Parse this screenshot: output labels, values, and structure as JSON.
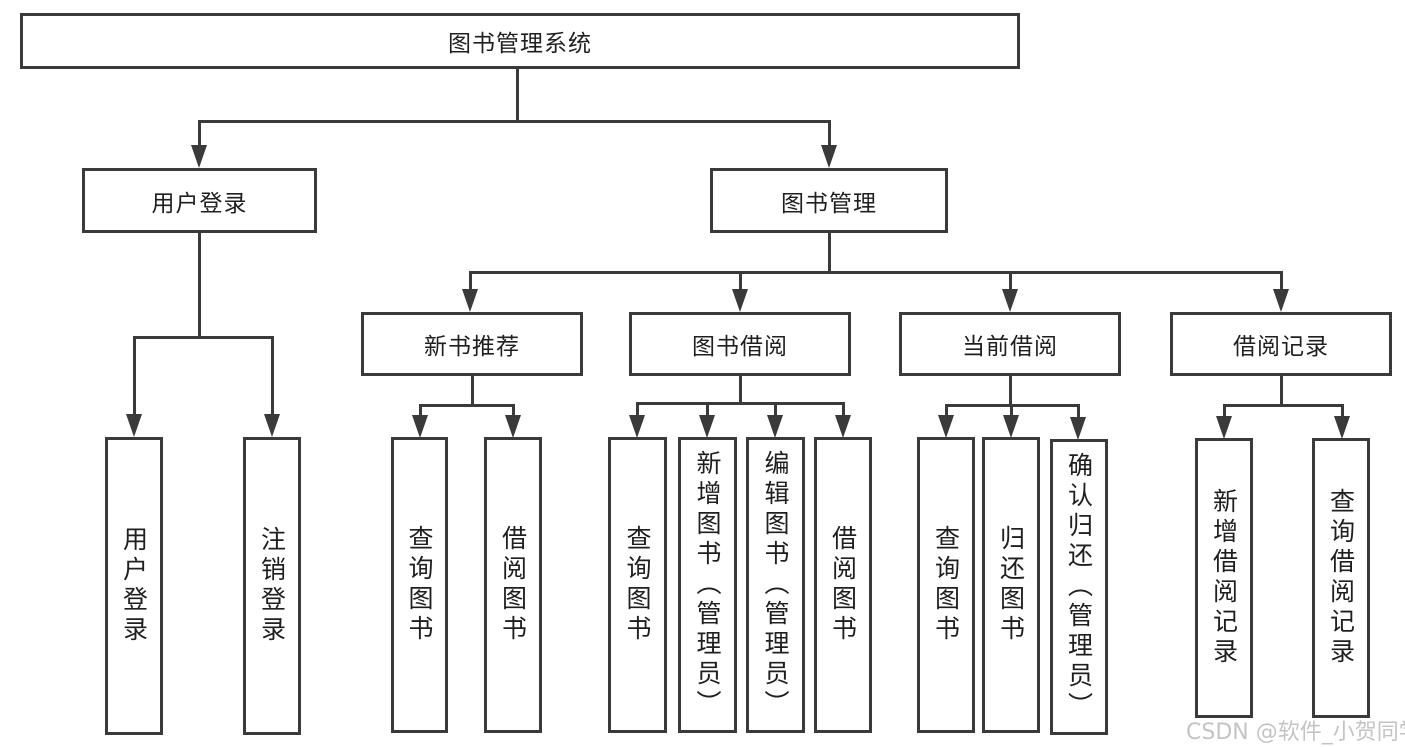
{
  "diagram_type": "hierarchy-tree",
  "tree": {
    "label": "图书管理系统",
    "children": [
      {
        "label": "用户登录",
        "children": [
          {
            "label": "用户登录"
          },
          {
            "label": "注销登录"
          }
        ]
      },
      {
        "label": "图书管理",
        "children": [
          {
            "label": "新书推荐",
            "children": [
              {
                "label": "查询图书"
              },
              {
                "label": "借阅图书"
              }
            ]
          },
          {
            "label": "图书借阅",
            "children": [
              {
                "label": "查询图书"
              },
              {
                "label": "新增图书（管理员）"
              },
              {
                "label": "编辑图书（管理员）"
              },
              {
                "label": "借阅图书"
              }
            ]
          },
          {
            "label": "当前借阅",
            "children": [
              {
                "label": "查询图书"
              },
              {
                "label": "归还图书"
              },
              {
                "label": "确认归还（管理员）"
              }
            ]
          },
          {
            "label": "借阅记录",
            "children": [
              {
                "label": "新增借阅记录"
              },
              {
                "label": "查询借阅记录"
              }
            ]
          }
        ]
      }
    ]
  },
  "watermark": {
    "text": "CSDN @软件_小贺同学"
  },
  "colors": {
    "line": "#3a3a3a",
    "node_border": "#3a3a3a",
    "node_text": "#1f1f1f",
    "background": "#ffffff",
    "watermark": "#c4c4c4"
  }
}
